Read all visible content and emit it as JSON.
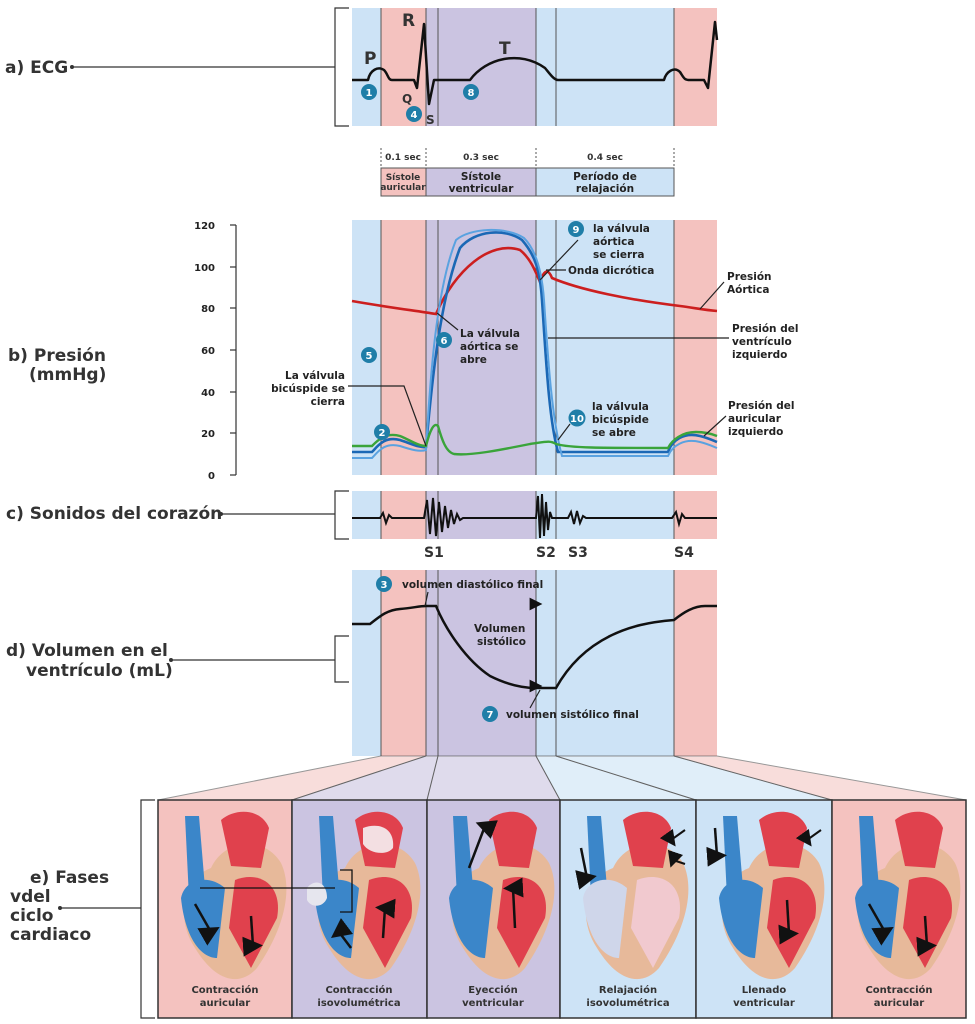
{
  "labels": {
    "ecg": "a) ECG",
    "pressure_1": "b) Presión",
    "pressure_2": "(mmHg)",
    "sounds": "c) Sonidos del corazón",
    "volume_1": "d) Volumen en el",
    "volume_2": "ventrículo (mL)",
    "phases_1": "e) Fases",
    "phases_2": "vdel",
    "phases_3": "ciclo",
    "phases_4": "cardiaco"
  },
  "ecg_waves": {
    "p": "P",
    "q": "Q",
    "r": "R",
    "s": "S",
    "t": "T"
  },
  "timing": {
    "t1": "0.1 sec",
    "t2": "0.3 sec",
    "t3": "0.4 sec",
    "p1a": "Sístole",
    "p1b": "auricular",
    "p2a": "Sístole",
    "p2b": "ventricular",
    "p3a": "Período de",
    "p3b": "relajación"
  },
  "pressure_ticks": [
    "0",
    "20",
    "40",
    "60",
    "80",
    "100",
    "120"
  ],
  "annotations": {
    "bic_close_1": "La válvula",
    "bic_close_2": "bicúspide se",
    "bic_close_3": "cierra",
    "ao_open_1": "La válvula",
    "ao_open_2": "aórtica se",
    "ao_open_3": "abre",
    "ao_close_1": "la válvula",
    "ao_close_2": "aórtica",
    "ao_close_3": "se cierra",
    "dicrotic": "Onda dicrótica",
    "aortic_1": "Presión",
    "aortic_2": "Aórtica",
    "lv_1": "Presión del",
    "lv_2": "ventrículo",
    "lv_3": "izquierdo",
    "bic_open_1": "la válvula",
    "bic_open_2": "bicúspide",
    "bic_open_3": "se abre",
    "la_1": "Presión del",
    "la_2": "auricular",
    "la_3": "izquierdo",
    "edv": "volumen diastólico final",
    "sv_1": "Volumen",
    "sv_2": "sistólico",
    "esv": "volumen sistólico final"
  },
  "sounds": {
    "s1": "S1",
    "s2": "S2",
    "s3": "S3",
    "s4": "S4"
  },
  "badges": [
    "1",
    "2",
    "3",
    "4",
    "5",
    "6",
    "7",
    "8",
    "9",
    "10"
  ],
  "phases": [
    {
      "a": "Contracción",
      "b": "auricular"
    },
    {
      "a": "Contracción",
      "b": "isovolumétrica"
    },
    {
      "a": "Eyección",
      "b": "ventricular"
    },
    {
      "a": "Relajación",
      "b": "isovolumétrica"
    },
    {
      "a": "Llenado",
      "b": "ventricular"
    },
    {
      "a": "Contracción",
      "b": "auricular"
    }
  ],
  "colors": {
    "atrial_systole": "#f4c2bf",
    "ventricular_systole": "#cbc4e1",
    "relaxation": "#cde3f6",
    "ecg_line": "#111111",
    "aortic_pressure": "#cc1f1f",
    "lv_pressure": "#2176c8",
    "la_pressure": "#3aa43a",
    "badge": "#1f7ea8"
  }
}
